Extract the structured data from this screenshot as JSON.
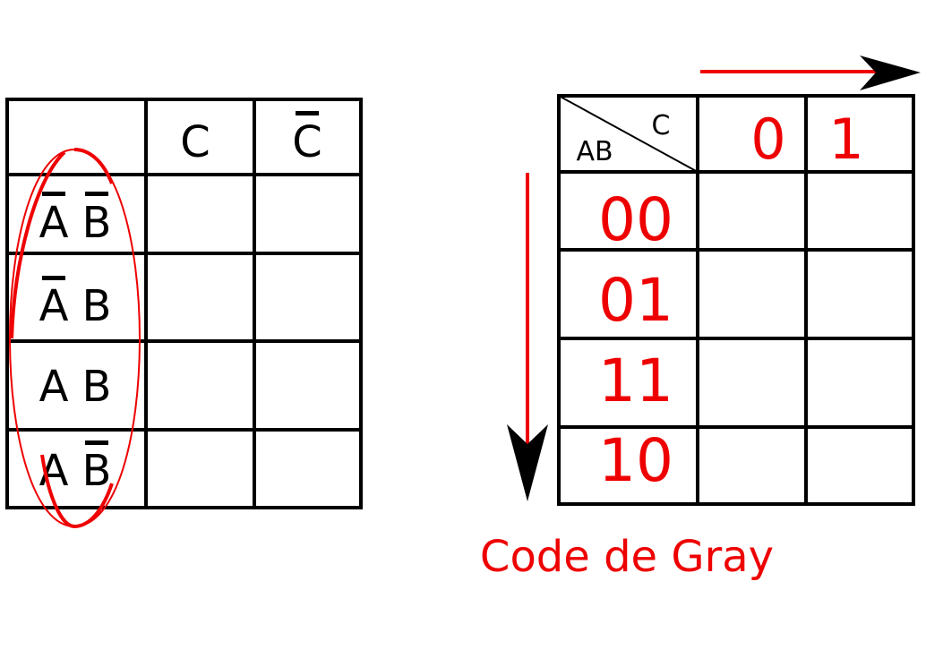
{
  "colors": {
    "line": "#000000",
    "accent": "#ee0000",
    "background": "#ffffff"
  },
  "left_table": {
    "col_headers": [
      {
        "letter": "C",
        "bar": false
      },
      {
        "letter": "C",
        "bar": true
      }
    ],
    "rows": [
      [
        {
          "letter": "A",
          "bar": true
        },
        {
          "letter": "B",
          "bar": true
        }
      ],
      [
        {
          "letter": "A",
          "bar": true
        },
        {
          "letter": "B",
          "bar": false
        }
      ],
      [
        {
          "letter": "A",
          "bar": false
        },
        {
          "letter": "B",
          "bar": false
        }
      ],
      [
        {
          "letter": "A",
          "bar": false
        },
        {
          "letter": "B",
          "bar": true
        }
      ]
    ]
  },
  "right_table": {
    "corner_col_label": "C",
    "corner_row_label": "AB",
    "col_codes": [
      "0",
      "1"
    ],
    "row_codes": [
      "00",
      "01",
      "11",
      "10"
    ]
  },
  "caption": "Code de Gray"
}
